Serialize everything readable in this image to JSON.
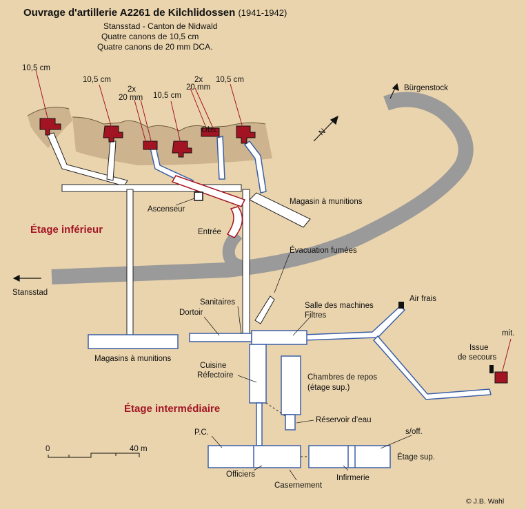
{
  "header": {
    "title": "Ouvrage d'artillerie A2261 de Kilchlidossen",
    "dates": "(1941-1942)",
    "subtitle_lines": [
      "Stansstad - Canton de Nidwald",
      "Quatre canons de 10,5 cm",
      "Quatre canons de 20 mm DCA."
    ]
  },
  "levels": {
    "lower": "Étage inférieur",
    "intermediate": "Étage intermédiaire"
  },
  "labels": {
    "gun1": "10,5 cm",
    "gun2": "10,5 cm",
    "gun3_line1": "2x",
    "gun3_line2": "20 mm",
    "gun4": "10,5 cm",
    "gun5_line1": "2x",
    "gun5_line2": "20 mm",
    "gun6": "10,5 cm",
    "obs": "Obs.",
    "burgenstock": "Bürgenstock",
    "north": "N",
    "ascenseur": "Ascenseur",
    "magasin_munitions_upper": "Magasin à munitions",
    "entree": "Entrée",
    "evacuation": "Évacuation fumées",
    "stansstad": "Stansstad",
    "sanitaires": "Sanitaires",
    "salle_machines_1": "Salle des machines",
    "salle_machines_2": "Filtres",
    "dortoir": "Dortoir",
    "air_frais": "Air frais",
    "magasins_munitions_lower": "Magasins à munitions",
    "issue_1": "Issue",
    "issue_2": "de secours",
    "mit": "mit.",
    "cuisine": "Cuisine",
    "refectoire": "Réfectoire",
    "chambres_1": "Chambres de repos",
    "chambres_2": "(étage sup.)",
    "reservoir": "Réservoir d’eau",
    "pc": "P.C.",
    "soff": "s/off.",
    "etage_sup": "Étage sup.",
    "officiers": "Officiers",
    "infirmerie": "Infirmerie",
    "casernement": "Casernement",
    "copyright": "© J.B. Wahl"
  },
  "scale": {
    "start": "0",
    "end": "40 m"
  },
  "colors": {
    "background": "#ead4ad",
    "terrain": "#c9ae88",
    "road": "#9a9a9a",
    "gallery_fill": "#ffffff",
    "gallery_stroke": "#3a5fa8",
    "accent_red": "#a31423"
  }
}
